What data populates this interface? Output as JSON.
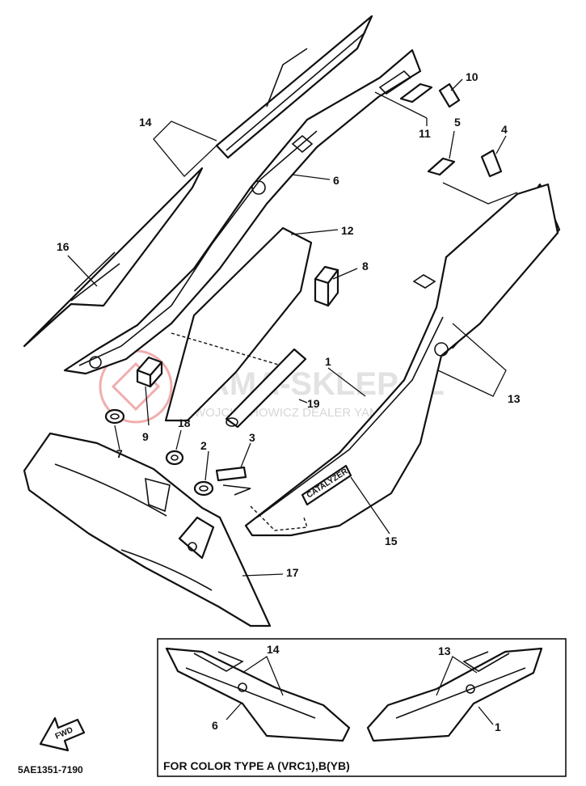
{
  "watermark": {
    "title": "YAMA-SKLEP.PL",
    "subtitle": "WOJCIECHOWICZ DEALER YAMAHA",
    "logo_color": "#e24b4b",
    "text_color": "#d0d0d0"
  },
  "callouts": [
    {
      "id": "1",
      "label": "1"
    },
    {
      "id": "2",
      "label": "2"
    },
    {
      "id": "3",
      "label": "3"
    },
    {
      "id": "4",
      "label": "4"
    },
    {
      "id": "5",
      "label": "5"
    },
    {
      "id": "6",
      "label": "6"
    },
    {
      "id": "7",
      "label": "7"
    },
    {
      "id": "8",
      "label": "8"
    },
    {
      "id": "9",
      "label": "9"
    },
    {
      "id": "10",
      "label": "10"
    },
    {
      "id": "11",
      "label": "11"
    },
    {
      "id": "12",
      "label": "12"
    },
    {
      "id": "13",
      "label": "13"
    },
    {
      "id": "14",
      "label": "14"
    },
    {
      "id": "15",
      "label": "15"
    },
    {
      "id": "16",
      "label": "16"
    },
    {
      "id": "17",
      "label": "17"
    },
    {
      "id": "18",
      "label": "18"
    },
    {
      "id": "19",
      "label": "19"
    }
  ],
  "decal_text": "CATALYZER",
  "inset": {
    "callouts": {
      "left_top": "14",
      "left_bottom": "6",
      "right_top": "13",
      "right_bottom": "1"
    },
    "caption": "FOR COLOR TYPE A (VRC1),B(YB)"
  },
  "fwd_label": "FWD",
  "diagram_code": "5AE1351-7190"
}
